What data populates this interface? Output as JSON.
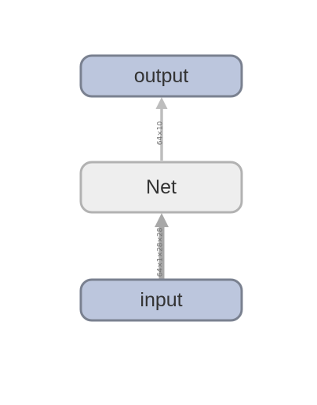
{
  "nodes": {
    "output": {
      "label": "output"
    },
    "net": {
      "label": "Net"
    },
    "input": {
      "label": "input"
    }
  },
  "edges": {
    "net_to_output": {
      "label": "64×10"
    },
    "input_to_net": {
      "label": "64×1×28×28"
    }
  },
  "colors": {
    "io_fill": "#bcc6dd",
    "io_stroke": "#7a8190",
    "net_fill": "#eeeeee",
    "net_stroke": "#b2b2b2",
    "edge": "#bdbdbd",
    "text": "#333333"
  }
}
